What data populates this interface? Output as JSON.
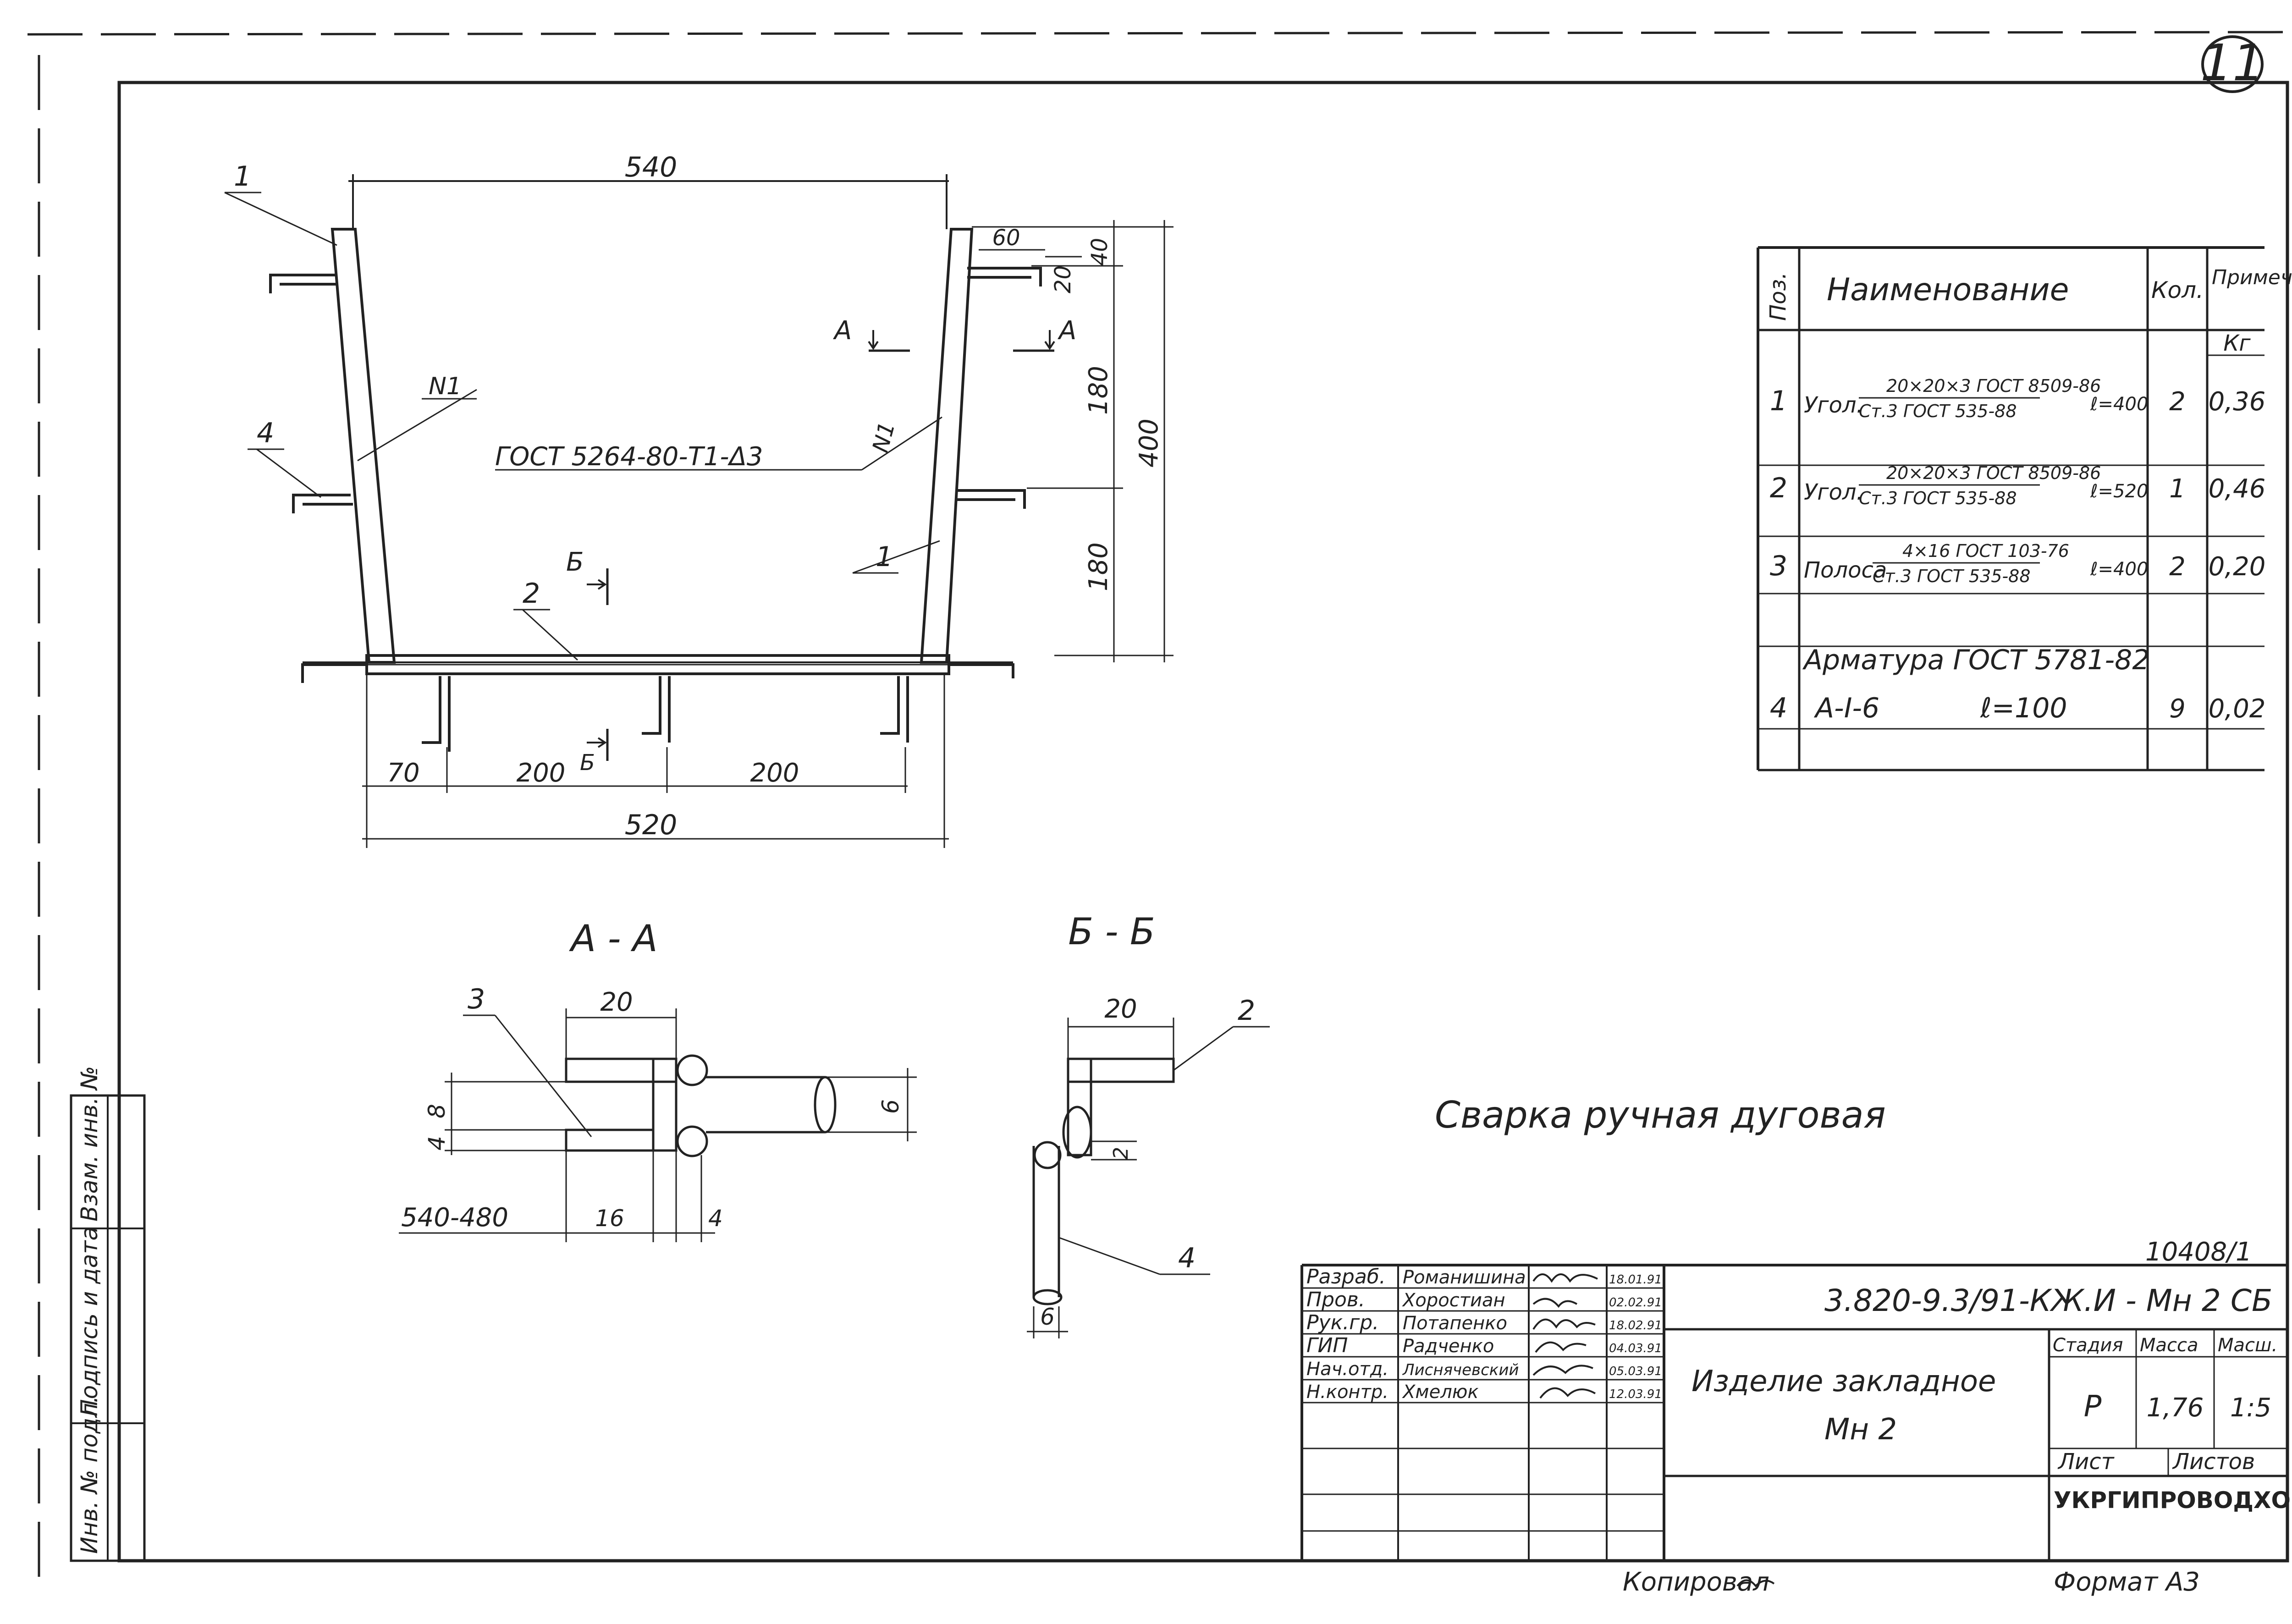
{
  "sheet": {
    "sheet_number": "11",
    "archive_number": "10408/1",
    "copied_by": "Копировал",
    "format": "Формат А3",
    "welding_note": "Сварка ручная дуговая"
  },
  "side_labels": [
    "Инв. № подл.",
    "Подпись и дата",
    "Взам. инв. №"
  ],
  "main_view": {
    "dims": {
      "top_width": "540",
      "bottom_width": "520",
      "seg_70": "70",
      "seg_200a": "200",
      "seg_200b": "200",
      "d60": "60",
      "d40": "40",
      "d20": "20",
      "h180a": "180",
      "h180b": "180",
      "h400": "400"
    },
    "weld_note": "ГОСТ 5264-80-Т1-Δ3",
    "weld_n1_left": "N1",
    "weld_n1_right": "N1",
    "pos_labels": {
      "p1_left": "1",
      "p4": "4",
      "p1_right": "1",
      "p2": "2"
    },
    "section_marks": {
      "a1": "А",
      "a2": "А",
      "b1": "Б",
      "b2": "Б"
    }
  },
  "section_aa": {
    "title": "А - А",
    "dims": {
      "w20": "20",
      "t8": "8",
      "t4": "4",
      "d6": "6",
      "w16": "16",
      "w4": "4",
      "range": "540-480"
    },
    "pos_label": "3"
  },
  "section_bb": {
    "title": "Б - Б",
    "dims": {
      "w20": "20",
      "d2": "2",
      "d6": "6"
    },
    "pos_labels": {
      "p2": "2",
      "p4": "4"
    }
  },
  "spec_table": {
    "headers": {
      "pos": "Поз.",
      "name": "Наименование",
      "qty": "Кол.",
      "note": "Примечан.",
      "unit": "Кг"
    },
    "rows": [
      {
        "pos": "1",
        "type": "Угол.",
        "spec_top": "20×20×3 ГОСТ 8509-86",
        "spec_bottom": "Ст.3 ГОСТ 535-88",
        "len": "ℓ=400",
        "qty": "2",
        "mass": "0,36"
      },
      {
        "pos": "2",
        "type": "Угол.",
        "spec_top": "20×20×3 ГОСТ 8509-86",
        "spec_bottom": "Ст.3 ГОСТ 535-88",
        "len": "ℓ=520",
        "qty": "1",
        "mass": "0,46"
      },
      {
        "pos": "3",
        "type": "Полоса",
        "spec_top": "4×16 ГОСТ 103-76",
        "spec_bottom": "Ст.3 ГОСТ 535-88",
        "len": "ℓ=400",
        "qty": "2",
        "mass": "0,20"
      }
    ],
    "group_title": "Арматура ГОСТ 5781-82",
    "row4": {
      "pos": "4",
      "name": "А-I-6",
      "len": "ℓ=100",
      "qty": "9",
      "mass": "0,02"
    }
  },
  "title_block": {
    "code": "3.820-9.3/91-КЖ.И - Мн 2 СБ",
    "roles": [
      {
        "role": "Разраб.",
        "name": "Романишина",
        "date": "18.01.91"
      },
      {
        "role": "Пров.",
        "name": "Хоростиан",
        "date": "02.02.91"
      },
      {
        "role": "Рук.гр.",
        "name": "Потапенко",
        "date": "18.02.91"
      },
      {
        "role": "ГИП",
        "name": "Радченко",
        "date": "04.03.91"
      },
      {
        "role": "Нач.отд.",
        "name": "Лиснячевский",
        "date": "05.03.91"
      },
      {
        "role": "Н.контр.",
        "name": "Хмелюк",
        "date": "12.03.91"
      }
    ],
    "item_name": "Изделие закладное",
    "item_code": "Мн 2",
    "stage_label": "Стадия",
    "mass_label": "Масса",
    "scale_label": "Масш.",
    "stage": "Р",
    "mass": "1,76",
    "scale": "1:5",
    "sheet_label": "Лист",
    "sheets_label": "Листов",
    "org": "УКРГИПРОВОДХОЗ"
  }
}
